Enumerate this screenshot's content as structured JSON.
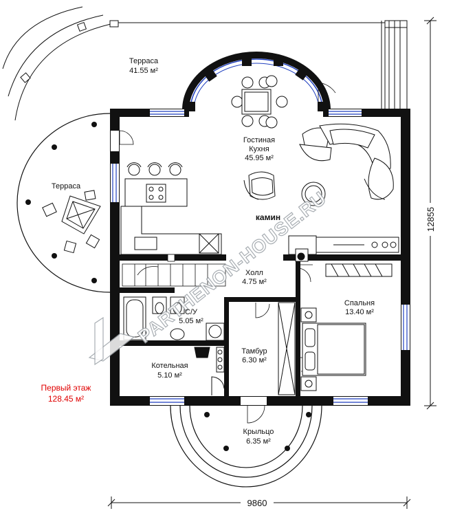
{
  "rooms": {
    "terrace_top": {
      "name": "Терраса",
      "area": "41.55 м²"
    },
    "terrace_left": {
      "name": "Терраса"
    },
    "living": {
      "name1": "Гостиная",
      "name2": "Кухня",
      "area": "45.95 м²"
    },
    "fireplace": {
      "name": "камин"
    },
    "hall": {
      "name": "Холл",
      "area": "4.75 м²"
    },
    "bath": {
      "name": "С/У",
      "area": "5.05 м²"
    },
    "bedroom": {
      "name": "Спальня",
      "area": "13.40 м²"
    },
    "vestibule": {
      "name": "Тамбур",
      "area": "6.30 м²"
    },
    "boiler": {
      "name": "Котельная",
      "area": "5.10 м²"
    },
    "porch": {
      "name": "Крыльцо",
      "area": "6.35 м²"
    }
  },
  "floor": {
    "title": "Первый этаж",
    "area": "128.45 м²"
  },
  "dimensions": {
    "width": "9860",
    "height": "12855"
  },
  "watermark": "PARTHENON-HOUSE.RU",
  "colors": {
    "wall": "#111111",
    "window": "#1f3fbf",
    "label_red": "#e00000"
  }
}
